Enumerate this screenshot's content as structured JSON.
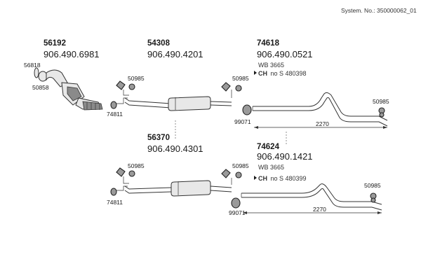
{
  "header": {
    "system_no": "System. No.: 350000062_01"
  },
  "upper": {
    "catalyst": {
      "code": "56192",
      "ref": "906.490.6981",
      "clamp_a": "56818",
      "clamp_b": "50858"
    },
    "middle": {
      "code": "54308",
      "ref": "906.490.4201",
      "hanger_left": "50985",
      "hanger_right": "50985",
      "clamp": "74811"
    },
    "rear": {
      "code": "74618",
      "ref": "906.490.0521",
      "wb": "WB 3665",
      "ch_label": "CH",
      "ch_no": "no  S 480398",
      "hanger": "50985",
      "clamp": "99071",
      "length": "2270"
    }
  },
  "lower": {
    "middle": {
      "code": "56370",
      "ref": "906.490.4301",
      "hanger_left": "50985",
      "hanger_right": "50985",
      "clamp": "74811"
    },
    "rear": {
      "code": "74624",
      "ref": "906.490.1421",
      "wb": "WB 3665",
      "ch_label": "CH",
      "ch_no": "no  S 480399",
      "hanger": "50985",
      "clamp": "99071",
      "length": "2270"
    }
  }
}
